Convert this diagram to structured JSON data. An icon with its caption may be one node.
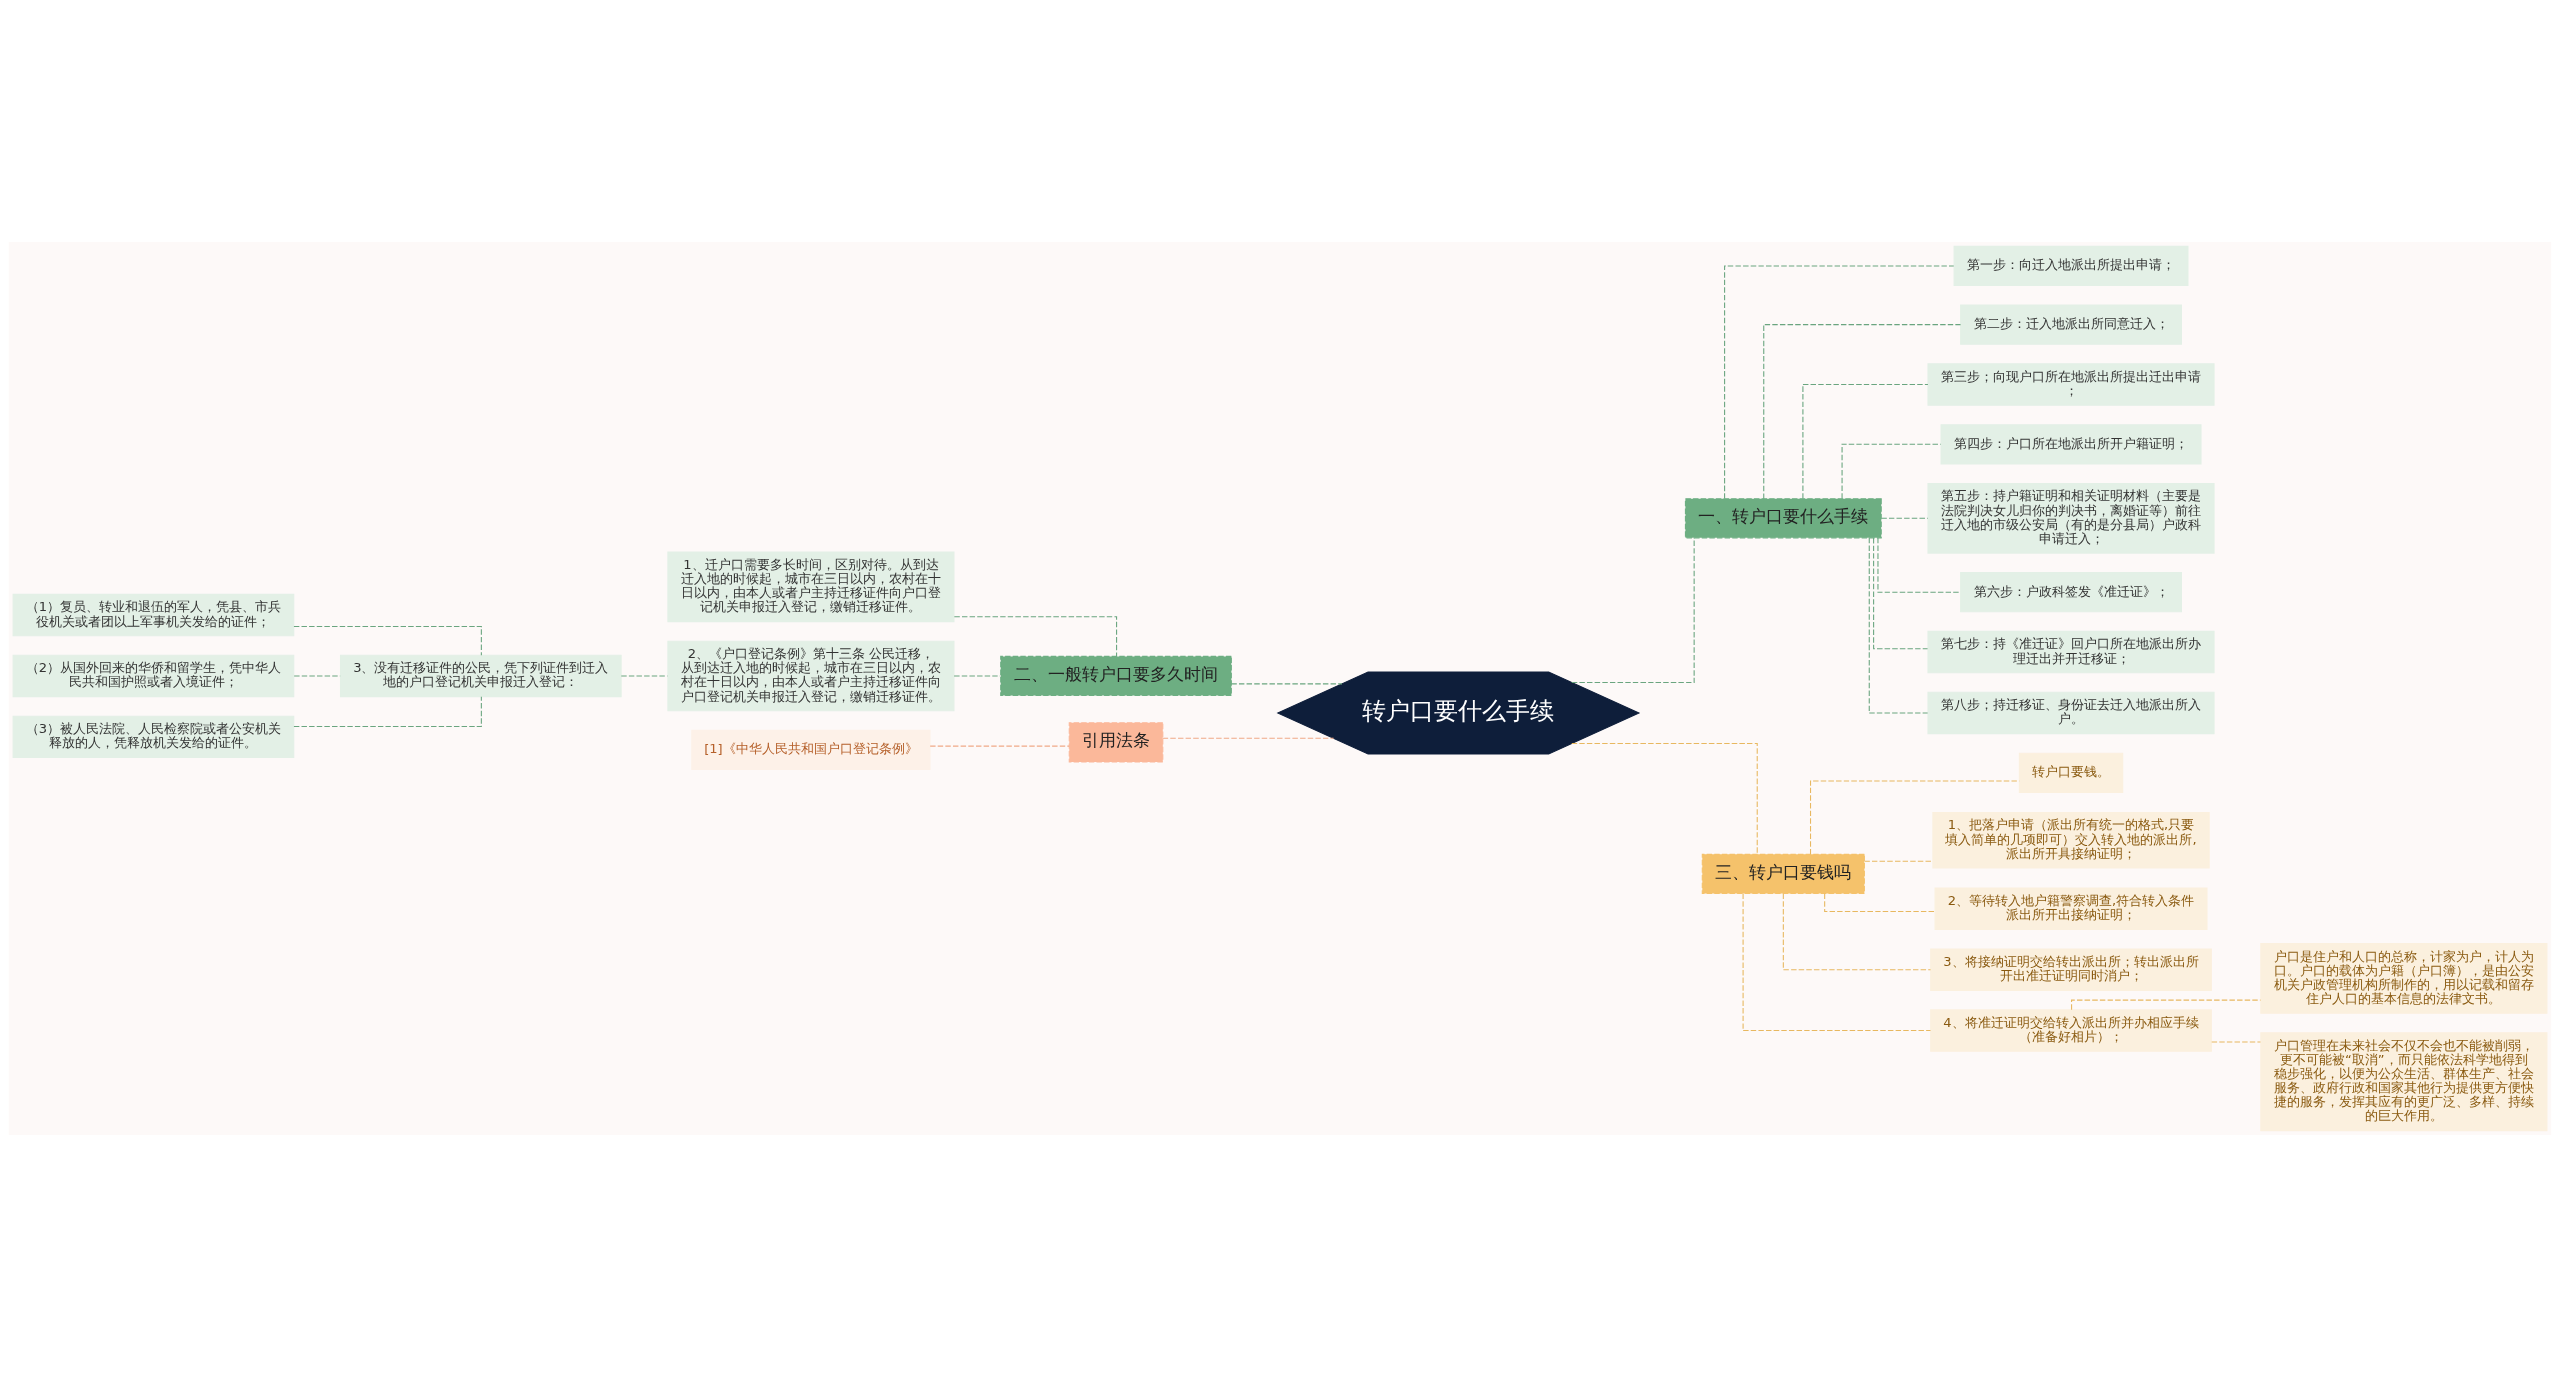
{
  "diagram": {
    "nodes": [
      {
        "text": [
          "转户口要什么手续"
        ]
      },
      {
        "text": [
          "一、转户口要什么手续"
        ]
      },
      {
        "text": [
          "第一步：向迁入地派出所提出申请；"
        ]
      },
      {
        "text": [
          "第二步：迁入地派出所同意迁入；"
        ]
      },
      {
        "text": [
          "第三步；向现户口所在地派出所提出迁出申请；"
        ]
      },
      {
        "text": [
          "第四步：户口所在地派出所开户籍证明；"
        ]
      },
      {
        "text": [
          "第五步：持户籍证明和相关证明材料（主要是法院判决女儿归你的判决书，离婚证等）前往迁入地的市级公安局（有的是分县局）户政科申请迁入；"
        ]
      },
      {
        "text": [
          "第六步：户政科签发《准迁证》；"
        ]
      },
      {
        "text": [
          "第七步：持《准迁证》回户口所在地派出所办理迁出并开迁移证；"
        ]
      },
      {
        "text": [
          "第八步；持迁移证、身份证去迁入地派出所入户。"
        ]
      },
      {
        "text": [
          "二、一般转户口要多久时间"
        ]
      },
      {
        "text": [
          "1、迁户口需要多长时间，区别对待。从到达迁入地的时候起，城市在三日以内，农村在十日以内，由本人或者户主持迁移证件向户口登记机关申报迁入登记，缴销迁移证件。"
        ]
      },
      {
        "text": [
          "2、《户口登记条例》第十三条 公民迁移，从到达迁入地的时候起，城市在三日以内，农村在十日以内，由本人或者户主持迁移证件向户口登记机关申报迁入登记，缴销迁移证件。"
        ]
      },
      {
        "text": [
          "3、没有迁移证件的公民，凭下列证件到迁入地的户口登记机关申报迁入登记："
        ]
      },
      {
        "text": [
          "（1）复员、转业和退伍的军人，凭县、市兵役机关或者团以上军事机关发给的证件；"
        ]
      },
      {
        "text": [
          "（2）从国外回来的华侨和留学生，凭中华人民共和国护照或者入境证件；"
        ]
      },
      {
        "text": [
          "（3）被人民法院、人民检察院或者公安机关释放的人，凭释放机关发给的证件。"
        ]
      },
      {
        "text": [
          "引用法条"
        ]
      },
      {
        "text": [
          "[1]《中华人民共和国户口登记条例》"
        ]
      },
      {
        "text": [
          "三、转户口要钱吗"
        ]
      },
      {
        "text": [
          "转户口要钱。"
        ]
      },
      {
        "text": [
          "1、把落户申请（派出所有统一的格式,只要填入简单的几项即可）交入转入地的派出所,派出所开具接纳证明；"
        ]
      },
      {
        "text": [
          "2、等待转入地户籍警察调查,符合转入条件派出所开出接纳证明；"
        ]
      },
      {
        "text": [
          "3、将接纳证明交给转出派出所；转出派出所开出准迁证明同时消户；"
        ]
      },
      {
        "text": [
          "4、将准迁证明交给转入派出所并办相应手续（准备好相片）；"
        ]
      },
      {
        "text": [
          "户口是住户和人口的总称，计家为户，计人为口。户口的载体为户籍（户口簿），是由公安机关户政管理机构所制作的，用以记载和留存住户人口的基本信息的法律文书。"
        ]
      },
      {
        "text": [
          "户口管理在未来社会不仅不会也不能被削弱，更不可能被“取消”，而只能依法科学地得到稳步强化，以便为公众生活、群体生产、社会服务、政府行政和国家其他行为提供更方便快捷的服务，发挥其应有的更广泛、多样、持续的巨大作用。"
        ]
      }
    ],
    "edges": [
      {
        "from": 0,
        "to": 1,
        "arrow": "none",
        "style": "dashed",
        "color": "#6aa57f"
      },
      {
        "from": 1,
        "to": 2,
        "arrow": "none",
        "style": "dashed",
        "color": "#6aa57f"
      },
      {
        "from": 1,
        "to": 3,
        "arrow": "none",
        "style": "dashed",
        "color": "#6aa57f"
      },
      {
        "from": 1,
        "to": 4,
        "arrow": "none",
        "style": "dashed",
        "color": "#6aa57f"
      },
      {
        "from": 1,
        "to": 5,
        "arrow": "none",
        "style": "dashed",
        "color": "#6aa57f"
      },
      {
        "from": 1,
        "to": 6,
        "arrow": "none",
        "style": "dashed",
        "color": "#6aa57f"
      },
      {
        "from": 1,
        "to": 7,
        "arrow": "none",
        "style": "dashed",
        "color": "#6aa57f"
      },
      {
        "from": 1,
        "to": 8,
        "arrow": "none",
        "style": "dashed",
        "color": "#6aa57f"
      },
      {
        "from": 1,
        "to": 9,
        "arrow": "none",
        "style": "dashed",
        "color": "#6aa57f"
      },
      {
        "from": 0,
        "to": 10,
        "arrow": "none",
        "style": "dashed",
        "color": "#6aa57f"
      },
      {
        "from": 10,
        "to": 11,
        "arrow": "none",
        "style": "dashed",
        "color": "#6aa57f"
      },
      {
        "from": 10,
        "to": 12,
        "arrow": "none",
        "style": "dashed",
        "color": "#6aa57f"
      },
      {
        "from": 12,
        "to": 13,
        "arrow": "none",
        "style": "dashed",
        "color": "#6aa57f"
      },
      {
        "from": 13,
        "to": 14,
        "arrow": "none",
        "style": "dashed",
        "color": "#6aa57f"
      },
      {
        "from": 13,
        "to": 15,
        "arrow": "none",
        "style": "dashed",
        "color": "#6aa57f"
      },
      {
        "from": 13,
        "to": 16,
        "arrow": "none",
        "style": "dashed",
        "color": "#6aa57f"
      },
      {
        "from": 0,
        "to": 17,
        "arrow": "none",
        "style": "dashed",
        "color": "#f0a987"
      },
      {
        "from": 17,
        "to": 18,
        "arrow": "none",
        "style": "dashed",
        "color": "#f0a987"
      },
      {
        "from": 0,
        "to": 19,
        "arrow": "none",
        "style": "dashed",
        "color": "#e8b860"
      },
      {
        "from": 19,
        "to": 20,
        "arrow": "none",
        "style": "dashed",
        "color": "#e8b860"
      },
      {
        "from": 19,
        "to": 21,
        "arrow": "none",
        "style": "dashed",
        "color": "#e8b860"
      },
      {
        "from": 19,
        "to": 22,
        "arrow": "none",
        "style": "dashed",
        "color": "#e8b860"
      },
      {
        "from": 19,
        "to": 23,
        "arrow": "none",
        "style": "dashed",
        "color": "#e8b860"
      },
      {
        "from": 19,
        "to": 24,
        "arrow": "none",
        "style": "dashed",
        "color": "#e8b860"
      },
      {
        "from": 24,
        "to": 25,
        "arrow": "none",
        "style": "dashed",
        "color": "#e8b860"
      },
      {
        "from": 24,
        "to": 26,
        "arrow": "none",
        "style": "dashed",
        "color": "#e8b860"
      }
    ]
  }
}
